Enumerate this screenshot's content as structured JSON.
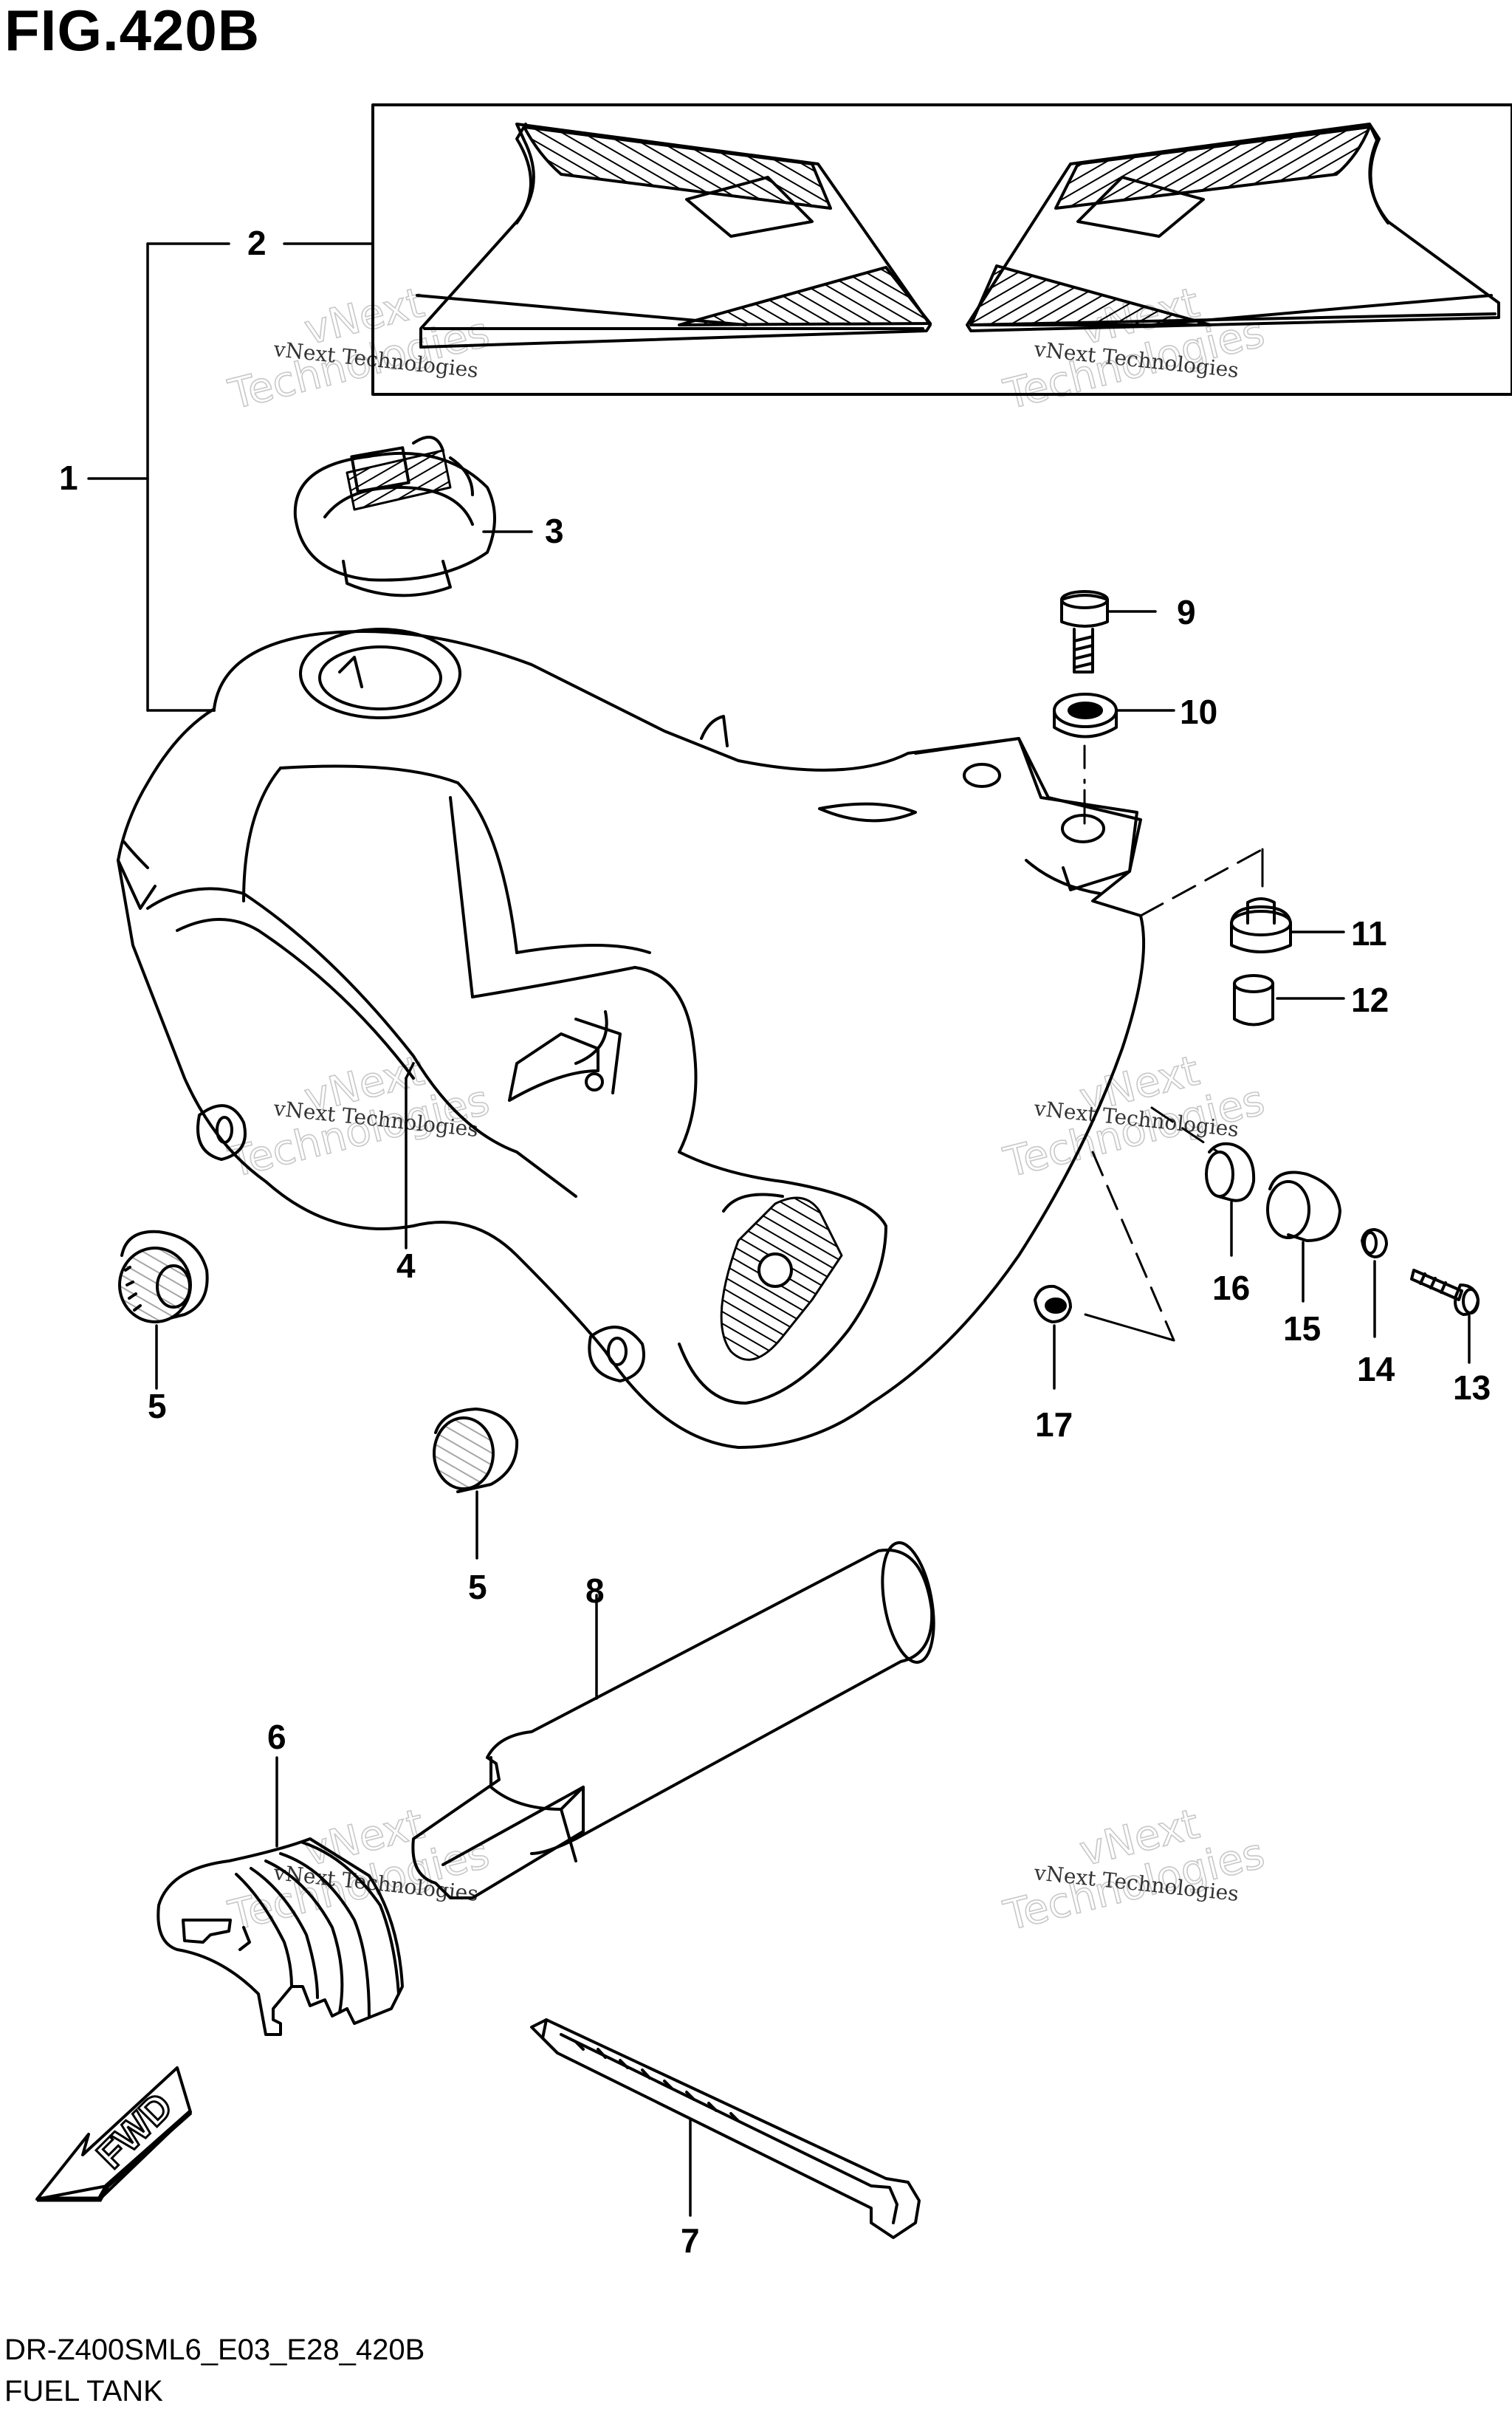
{
  "figure": {
    "title": "FIG.420B",
    "model_code": "DR-Z400SML6_E03_E28_420B",
    "caption": "FUEL TANK"
  },
  "callouts": [
    "1",
    "2",
    "3",
    "4",
    "5",
    "5",
    "6",
    "7",
    "8",
    "9",
    "10",
    "11",
    "12",
    "13",
    "14",
    "15",
    "16",
    "17"
  ],
  "watermark": {
    "small": "vNext Technologies",
    "big_line1": "vNext",
    "big_line2": "Technologies"
  },
  "fwd_label": "FWD"
}
